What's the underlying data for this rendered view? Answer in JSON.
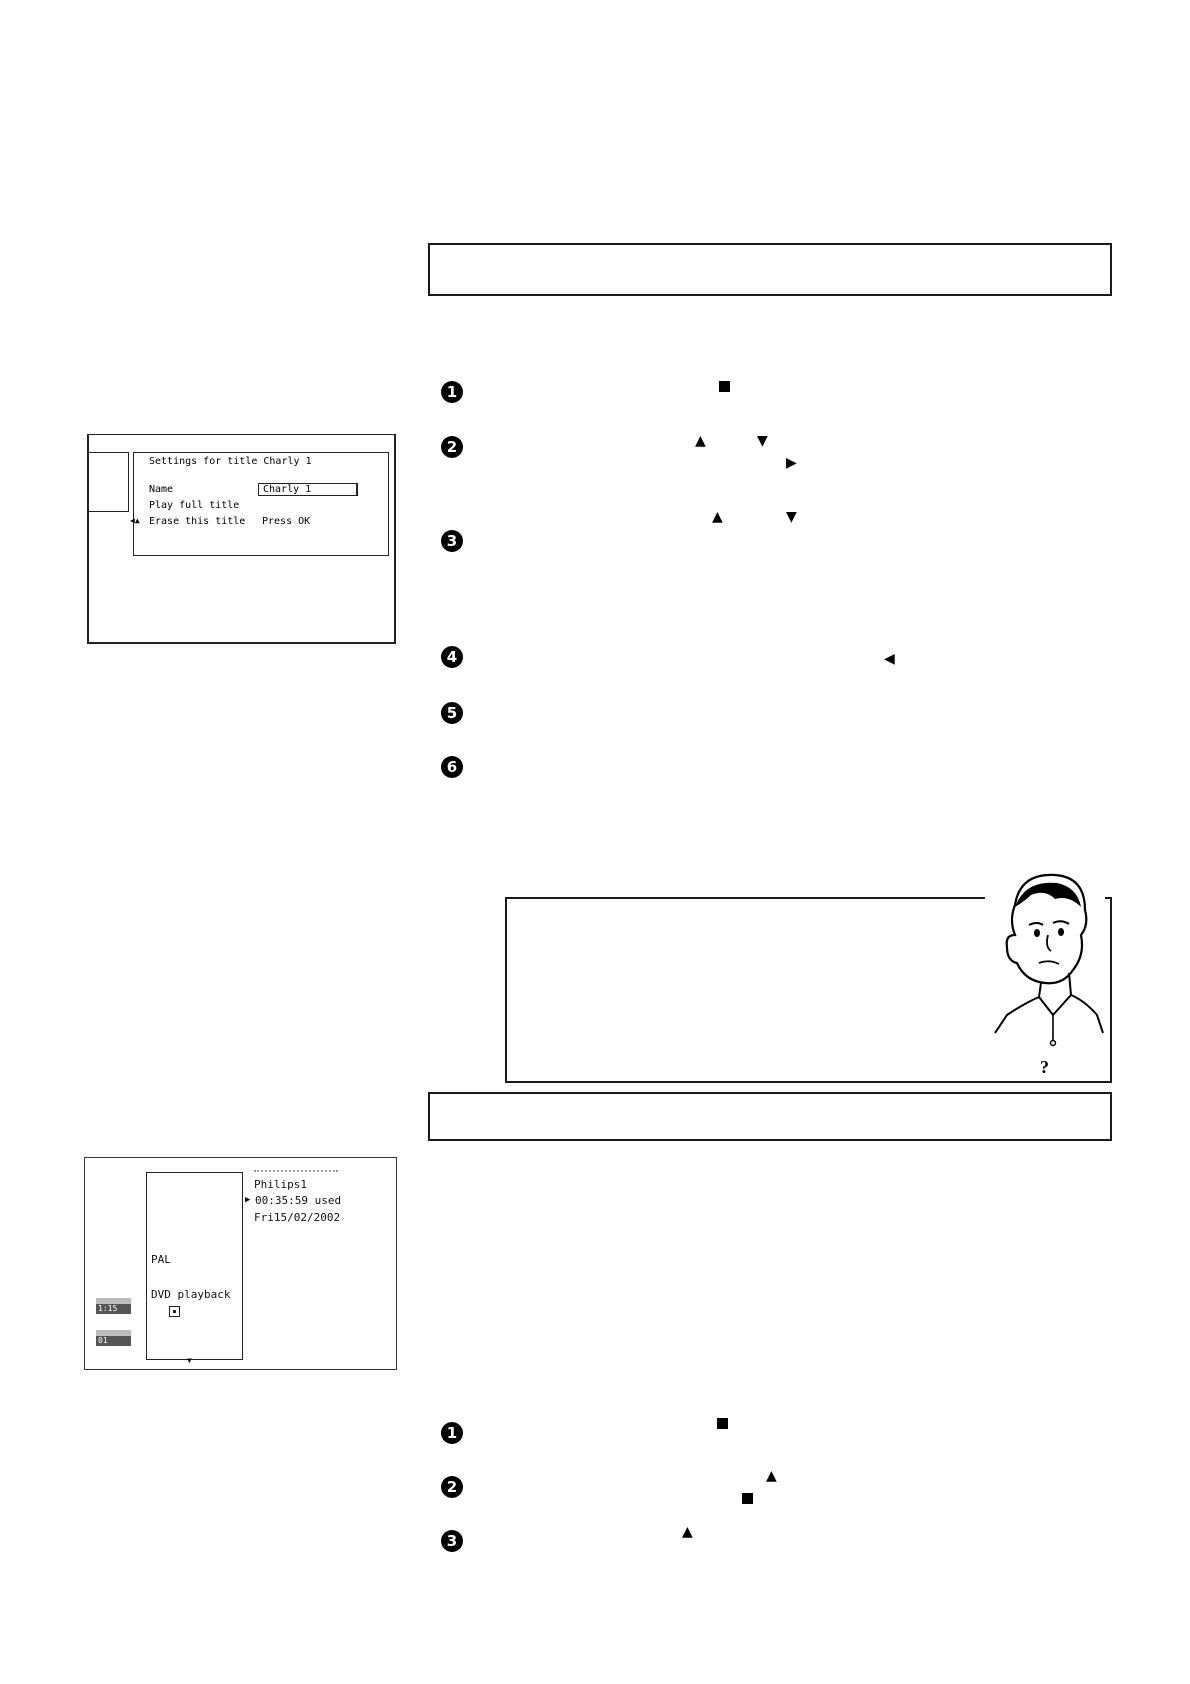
{
  "steps_section1": [
    {
      "number": "1"
    },
    {
      "number": "2"
    },
    {
      "number": "3"
    },
    {
      "number": "4"
    },
    {
      "number": "5"
    },
    {
      "number": "6"
    }
  ],
  "steps_section2": [
    {
      "number": "1"
    },
    {
      "number": "2"
    },
    {
      "number": "3"
    }
  ],
  "title_settings_screen": {
    "heading": "Settings for title Charly 1",
    "rows": [
      {
        "label": "Name",
        "value": "Charly 1"
      },
      {
        "label": "Play full title",
        "value": ""
      },
      {
        "label": "Erase this title",
        "value": "Press OK"
      }
    ]
  },
  "disc_info_screen": {
    "disc_name": "Philips1",
    "used_time": "00:35:59 used",
    "date": "Fri15/02/2002",
    "tv_system": "PAL",
    "mode": "DVD playback",
    "badge_top": "1:15",
    "badge_bottom": "01"
  },
  "tip": {
    "help_symbol": "?"
  },
  "icons": {
    "stop": "stop-icon",
    "up": "up-arrow-icon",
    "down": "down-arrow-icon",
    "right": "right-arrow-icon",
    "left": "left-arrow-icon"
  }
}
